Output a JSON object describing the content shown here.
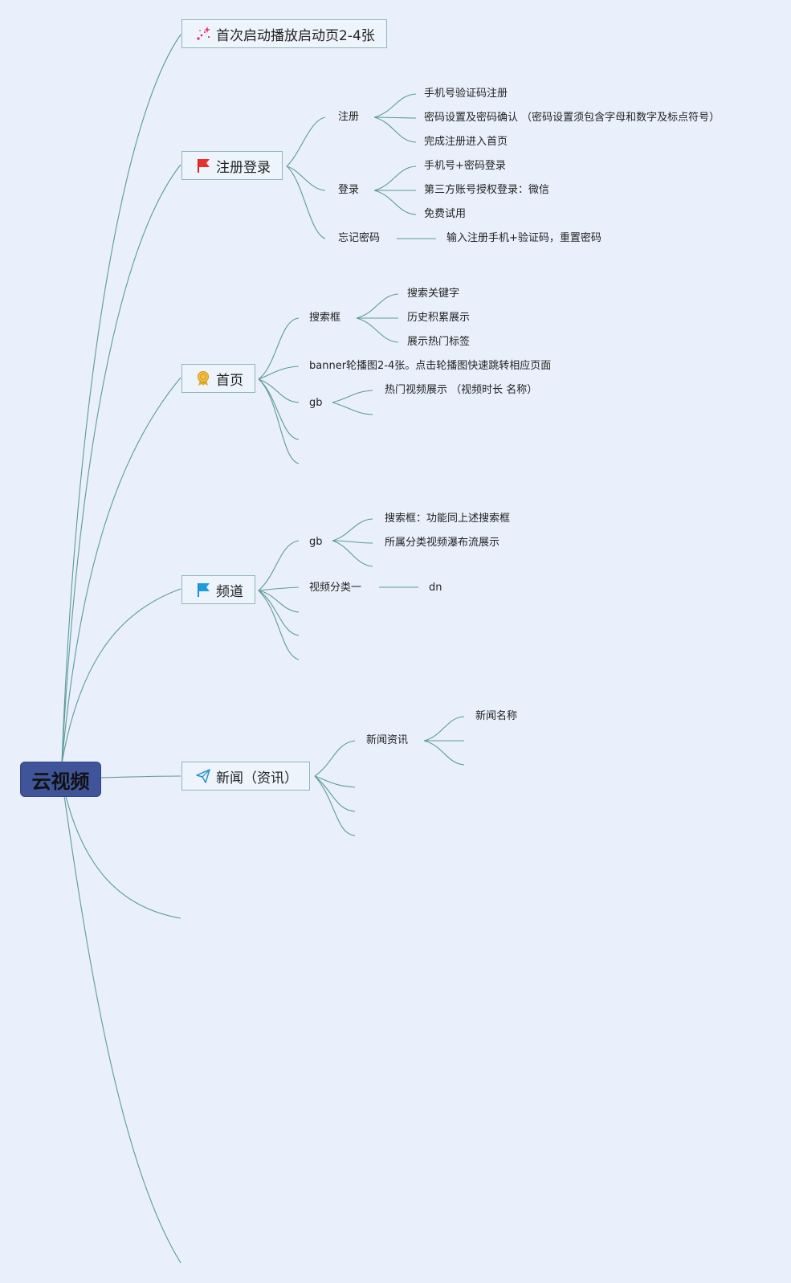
{
  "root": {
    "label": "云视频"
  },
  "branches": {
    "launch": {
      "label": "首次启动播放启动页2-4张",
      "icon": "sparkle-icon"
    },
    "register_login": {
      "label": "注册登录",
      "icon": "red-flag-icon",
      "register": {
        "label": "注册",
        "items": [
          "手机号验证码注册",
          "密码设置及密码确认 （密码设置须包含字母和数字及标点符号）",
          "完成注册进入首页"
        ]
      },
      "login": {
        "label": "登录",
        "items": [
          "手机号+密码登录",
          "第三方账号授权登录：微信",
          "免费试用"
        ]
      },
      "forgot": {
        "label": "忘记密码",
        "item": "输入注册手机+验证码，重置密码"
      }
    },
    "home": {
      "label": "首页",
      "icon": "medal-icon",
      "search": {
        "label": "搜索框",
        "items": [
          "搜索关键字",
          "历史积累展示",
          "展示热门标签"
        ]
      },
      "banner": "banner轮播图2-4张。点击轮播图快速跳转相应页面",
      "gb": {
        "label": "gb",
        "items": [
          "热门视频展示 （视频时长 名称）"
        ]
      }
    },
    "channel": {
      "label": "频道",
      "icon": "blue-flag-icon",
      "gb": {
        "label": "gb",
        "items": [
          "搜索框：功能同上述搜索框",
          "所属分类视频瀑布流展示"
        ]
      },
      "category": {
        "label": "视频分类一",
        "item": "dn"
      }
    },
    "news": {
      "label": "新闻（资讯）",
      "icon": "paper-plane-icon",
      "info": {
        "label": "新闻资讯",
        "items": [
          "新闻名称"
        ]
      }
    }
  },
  "colors": {
    "background": "#e9f0fb",
    "root_fill": "#3f5499",
    "connector": "#5c9a9a",
    "node_border": "#8fb8b8"
  }
}
